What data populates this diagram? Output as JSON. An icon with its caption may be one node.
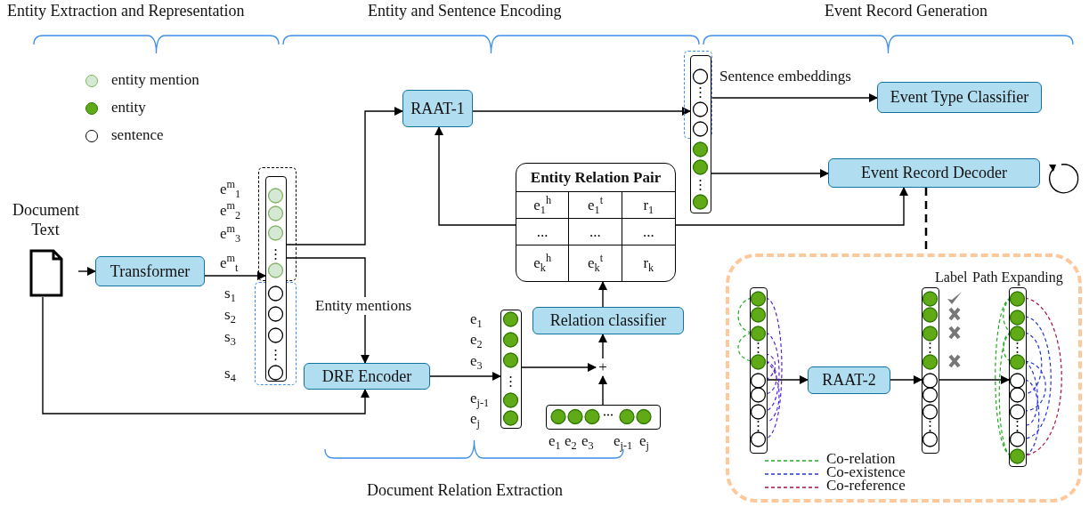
{
  "diagram": {
    "nodes": [
      {
        "text": [
          "Document Text"
        ]
      },
      {
        "text": [
          "Transformer"
        ]
      },
      {
        "text": [],
        "shape": "bar",
        "beside": [
          "e$^{m}$$_{1}$",
          "e$^{m}$$_{2}$",
          "e$^{m}$$_{3}$",
          "e$^{m}$$_{t}$",
          "s$_{1}$",
          "s$_{2}$",
          "s$_{3}$",
          "s$_{4}$"
        ]
      },
      {
        "text": [
          "RAAT-1"
        ]
      },
      {
        "text": [
          "DRE Encoder"
        ]
      },
      {
        "text": [],
        "shape": "bar",
        "beside": [
          "e$_{1}$",
          "e$_{2}$",
          "e$_{3}$",
          "e$_{j-1}$",
          "e$_{j}$"
        ]
      },
      {
        "text": [
          "+"
        ]
      },
      {
        "text": [],
        "shape": "bar",
        "beside": [
          "e$_{1}$",
          "e$_{2}$",
          "e$_{3}$",
          "e$_{j-1}$",
          "e$_{j}$"
        ]
      },
      {
        "text": [
          "Relation classifier"
        ]
      },
      {
        "text": [
          "Entity Relation Pair",
          "e$_{1}$$^{h}$",
          "e$_{1}$$^{t}$",
          "r$_{1}$",
          "...",
          "...",
          "...",
          "e$_{k}$$^{h}$",
          "e$_{k}$$^{t}$",
          "r$_{k}$"
        ]
      },
      {
        "text": [],
        "shape": "bar"
      },
      {
        "text": [
          "Event Type Classifier"
        ]
      },
      {
        "text": [
          "Event Record Decoder"
        ]
      },
      {
        "text": [],
        "shape": "box"
      },
      {
        "text": [],
        "shape": "bar",
        "in": 13
      },
      {
        "text": [
          "RAAT-2"
        ],
        "in": 13
      },
      {
        "text": [],
        "shape": "bar",
        "in": 13
      },
      {
        "text": [],
        "shape": "bar",
        "in": 13,
        "beside": [
          "Path Expanding"
        ]
      },
      {
        "text": [],
        "shape": "box"
      },
      {
        "text": [],
        "shape": "box"
      },
      {
        "text": [],
        "shape": "box"
      }
    ],
    "edges": [
      {
        "from": 0,
        "to": 1,
        "arrow": "to"
      },
      {
        "from": 1,
        "to": 2,
        "arrow": "to"
      },
      {
        "from": 2,
        "to": 3,
        "arrow": "to"
      },
      {
        "from": 2,
        "to": 4,
        "arrow": "to",
        "label": "Entity mentions"
      },
      {
        "from": 0,
        "to": 4,
        "arrow": "to"
      },
      {
        "from": 4,
        "to": 5,
        "arrow": "to"
      },
      {
        "from": 5,
        "to": 6,
        "arrow": "to"
      },
      {
        "from": 7,
        "to": 6,
        "arrow": "to"
      },
      {
        "from": 6,
        "to": 8,
        "arrow": "to"
      },
      {
        "from": 8,
        "to": 9,
        "arrow": "to"
      },
      {
        "from": 9,
        "to": 3,
        "arrow": "to"
      },
      {
        "from": 3,
        "to": 10,
        "arrow": "to"
      },
      {
        "from": 10,
        "to": 11,
        "arrow": "to",
        "label": "Sentence embeddings"
      },
      {
        "from": 10,
        "to": 12,
        "arrow": "to"
      },
      {
        "from": 9,
        "to": 12,
        "arrow": "to"
      },
      {
        "from": 12,
        "to": 13,
        "arrow": "none",
        "style": "dashed"
      },
      {
        "from": 14,
        "to": 15,
        "arrow": "to"
      },
      {
        "from": 15,
        "to": 16,
        "arrow": "to"
      },
      {
        "from": 16,
        "to": 17,
        "arrow": "to"
      }
    ],
    "labels": [
      "Entity Extraction and Representation",
      "Entity and Sentence Encoding",
      "Event Record Generation",
      "Document Relation Extraction",
      "Label"
    ],
    "legend": [
      {
        "text": "entity mention",
        "color": "#d5e8d4"
      },
      {
        "text": "entity",
        "color": "#60a917"
      },
      {
        "text": "sentence",
        "color": "#ffffff"
      },
      {
        "text": "Co-relation"
      },
      {
        "text": "Co-existence"
      },
      {
        "text": "Co-reference"
      }
    ]
  }
}
